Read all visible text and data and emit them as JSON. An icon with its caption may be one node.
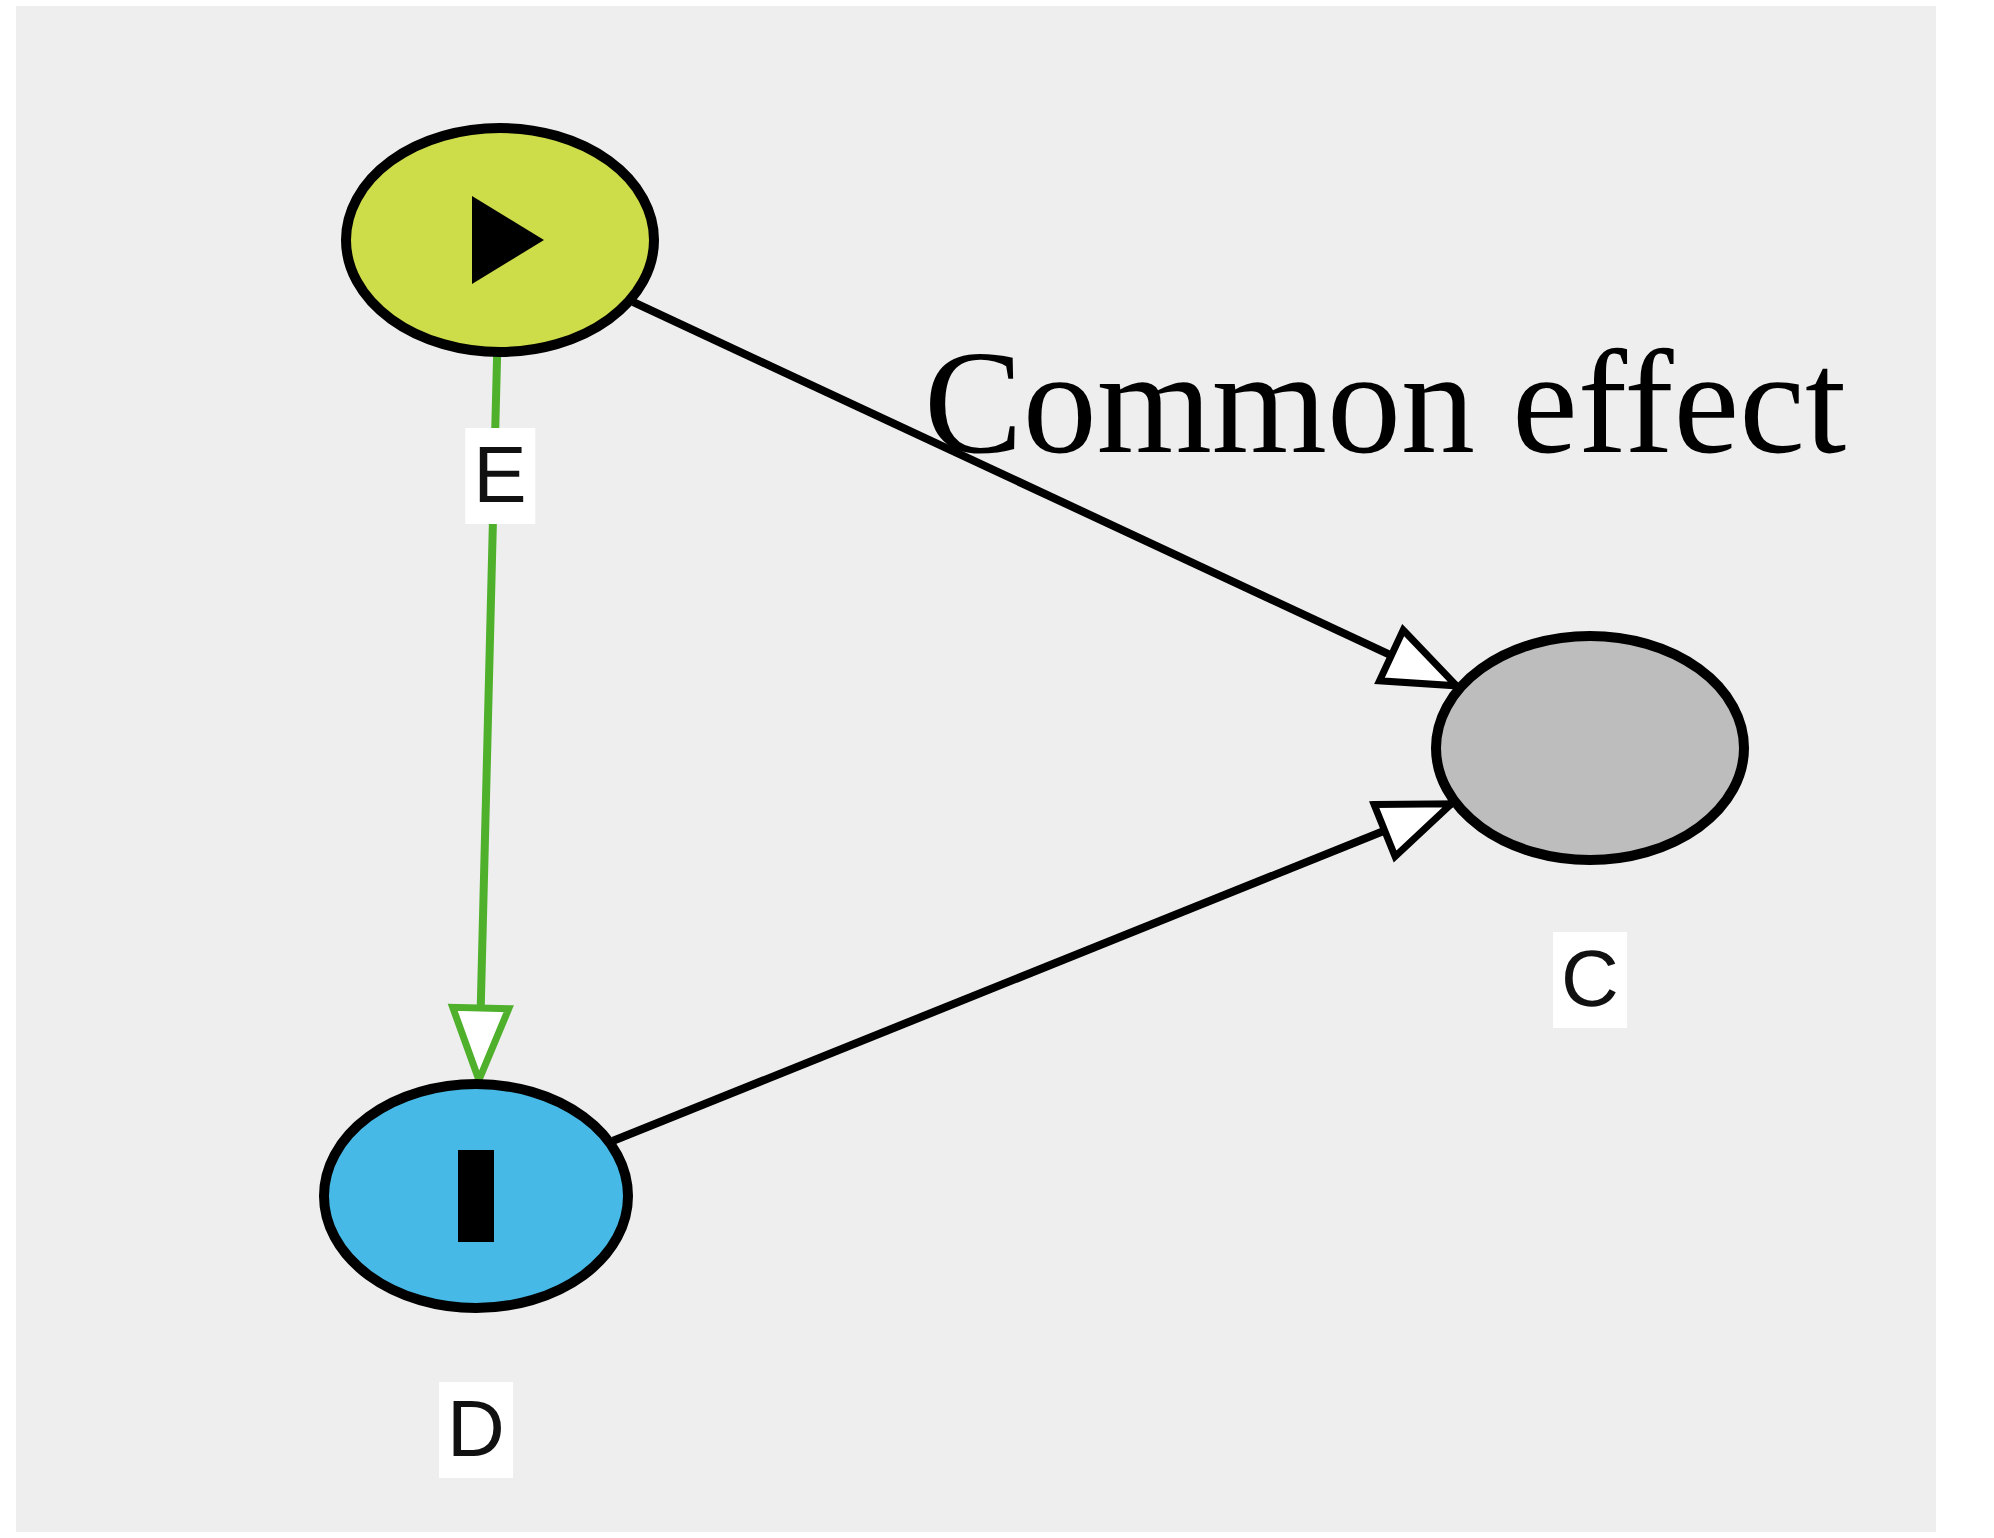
{
  "diagram": {
    "title": "Common effect",
    "nodes": [
      {
        "text": [
          "E"
        ]
      },
      {
        "text": [
          "D"
        ]
      },
      {
        "text": [
          "C"
        ]
      }
    ],
    "edges": [
      {
        "from": 0,
        "to": 2,
        "arrow": "to"
      },
      {
        "from": 1,
        "to": 2,
        "arrow": "to"
      },
      {
        "from": 0,
        "to": 1,
        "arrow": "to",
        "color": "#4fb02b"
      }
    ]
  }
}
